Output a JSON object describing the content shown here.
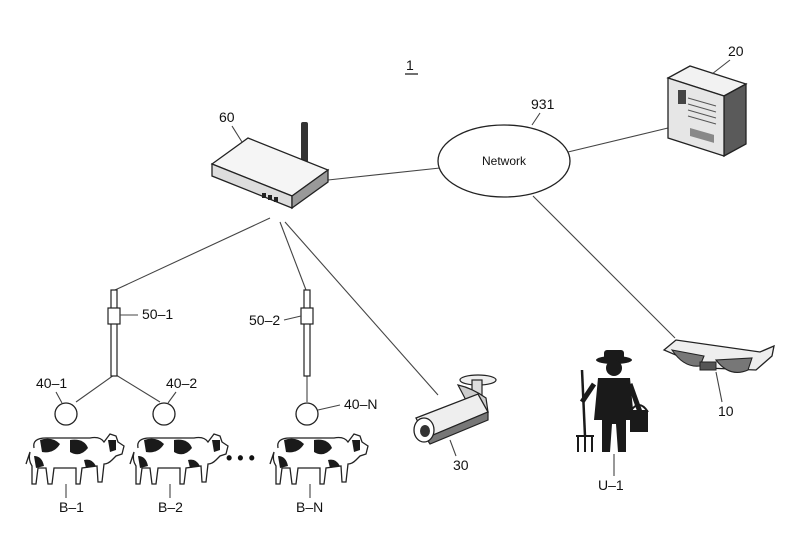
{
  "figure": {
    "system_label": "1",
    "network_label": "Network",
    "network_ref": "931",
    "server_ref": "20",
    "router_ref": "60",
    "camera_ref": "30",
    "glasses_ref": "10",
    "worker_ref": "U–1",
    "repeaters": [
      "50–1",
      "50–2"
    ],
    "sensors": [
      "40–1",
      "40–2",
      "40–N"
    ],
    "cattle": [
      "B–1",
      "B–2",
      "B–N"
    ],
    "ellipsis": "• • •"
  }
}
